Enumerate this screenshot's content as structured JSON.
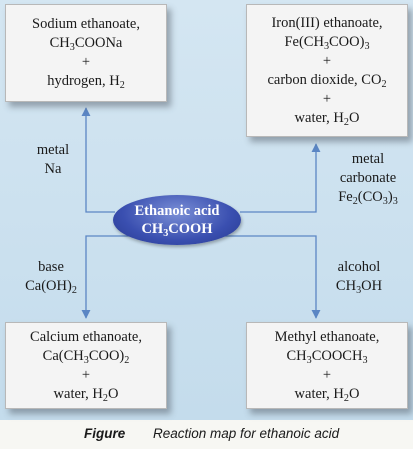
{
  "center": {
    "line1": "Ethanoic acid",
    "line2": "CH3COOH"
  },
  "boxes": {
    "top_left": [
      "Sodium ethanoate,",
      "CH3COONa",
      "+",
      "hydrogen, H2"
    ],
    "top_right": [
      "Iron(III) ethanoate,",
      "Fe(CH3COO)3",
      "+",
      "carbon dioxide, CO2",
      "+",
      "water, H2O"
    ],
    "bottom_left": [
      "Calcium ethanoate,",
      "Ca(CH3COO)2",
      "+",
      "water, H2O"
    ],
    "bottom_right": [
      "Methyl ethanoate,",
      "CH3COOCH3",
      "+",
      "water, H2O"
    ]
  },
  "labels": {
    "metal": [
      "metal",
      "Na"
    ],
    "metal_carbonate": [
      "metal",
      "carbonate",
      "Fe2(CO3)3"
    ],
    "base": [
      "base",
      "Ca(OH)2"
    ],
    "alcohol": [
      "alcohol",
      "CH3OH"
    ]
  },
  "caption": {
    "prefix": "Figure",
    "text": "Reaction map for ethanoic acid"
  },
  "colors": {
    "panel": "#cfe2f0",
    "arrow": "#5b86c4",
    "center_fill": "#3a4fb0"
  }
}
